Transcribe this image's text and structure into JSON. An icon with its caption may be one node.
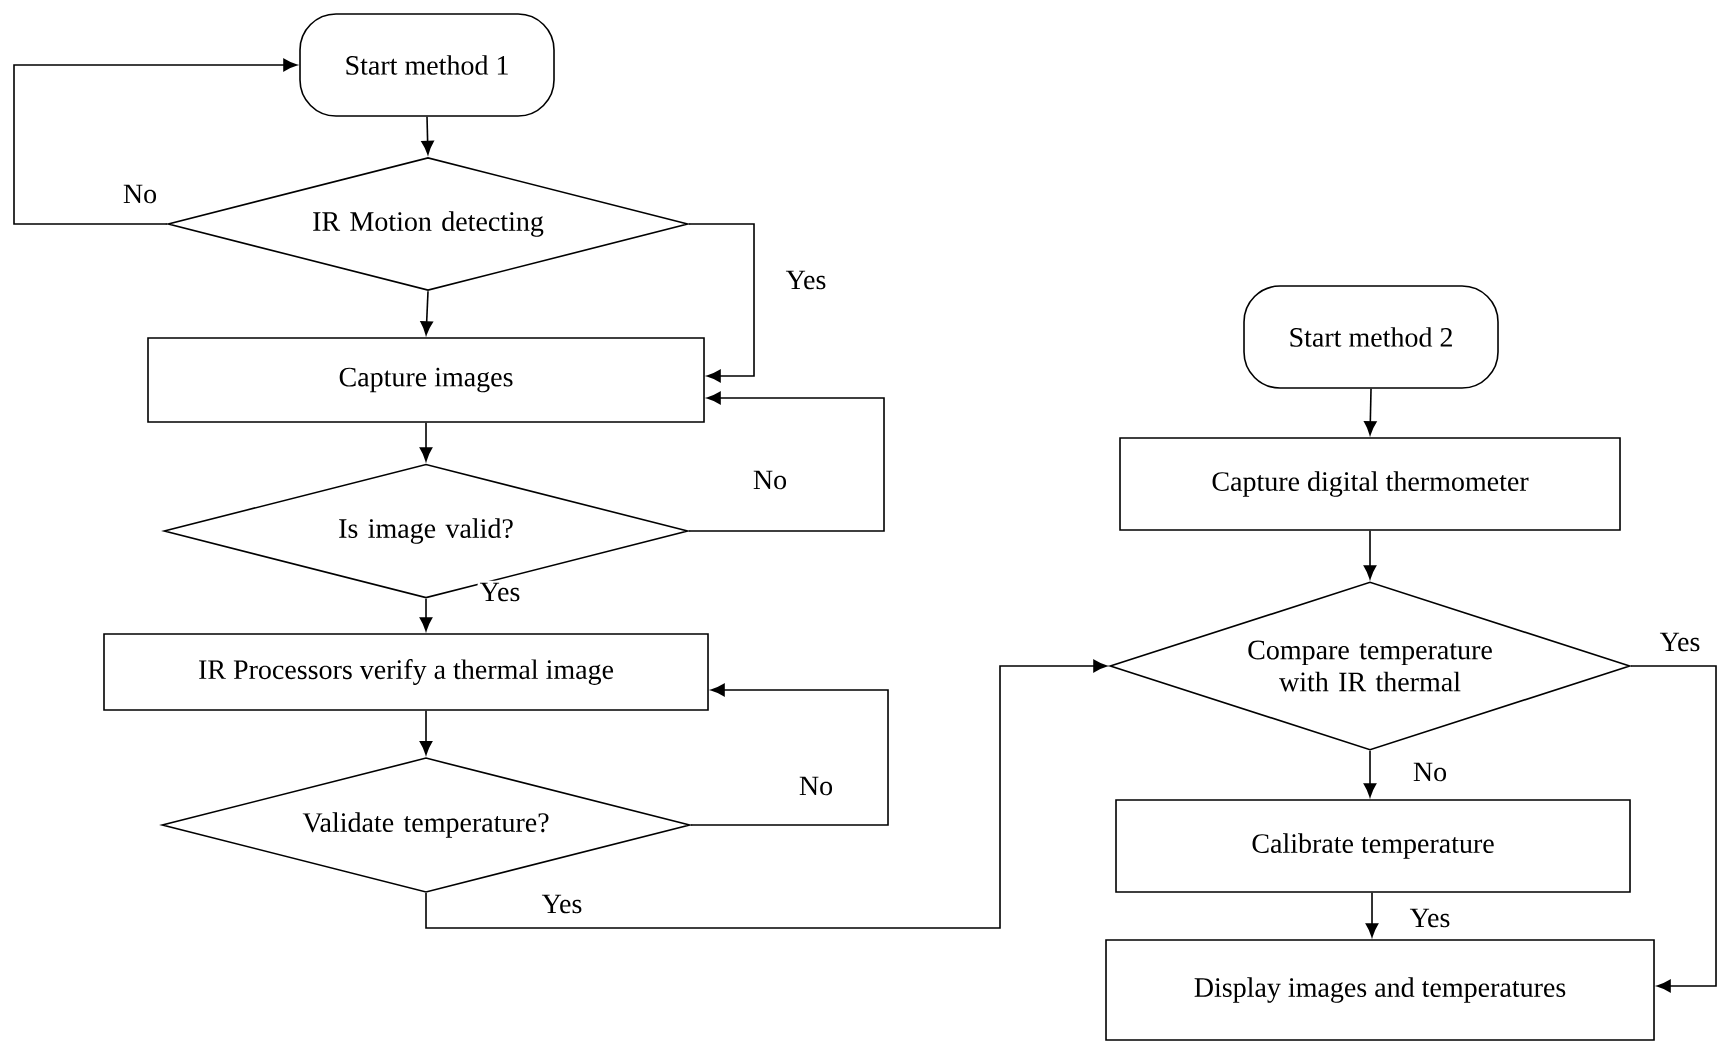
{
  "diagram": {
    "nodes": [
      {
        "text": [
          "Start method 1"
        ]
      },
      {
        "text": [
          "IR Motion detecting"
        ]
      },
      {
        "text": [
          "Capture images"
        ]
      },
      {
        "text": [
          "Is image valid?"
        ]
      },
      {
        "text": [
          "IR Processors verify a thermal image"
        ]
      },
      {
        "text": [
          "Validate temperature?"
        ]
      },
      {
        "text": [
          "Start method 2"
        ]
      },
      {
        "text": [
          "Capture digital thermometer"
        ]
      },
      {
        "text": [
          "Compare temperature with IR thermal"
        ]
      },
      {
        "text": [
          "Calibrate temperature"
        ]
      },
      {
        "text": [
          "Display images and temperatures"
        ]
      }
    ],
    "edges": [
      {
        "from": 0,
        "to": 1,
        "arrow": "to"
      },
      {
        "from": 1,
        "to": 0,
        "label": "No",
        "arrow": "to"
      },
      {
        "from": 1,
        "to": 2,
        "arrow": "to"
      },
      {
        "from": 1,
        "to": 2,
        "label": "Yes",
        "arrow": "to"
      },
      {
        "from": 2,
        "to": 3,
        "arrow": "to"
      },
      {
        "from": 3,
        "to": 2,
        "label": "No",
        "arrow": "to"
      },
      {
        "from": 3,
        "to": 4,
        "label": "Yes",
        "arrow": "to"
      },
      {
        "from": 4,
        "to": 5,
        "arrow": "to"
      },
      {
        "from": 5,
        "to": 4,
        "label": "No",
        "arrow": "to"
      },
      {
        "from": 5,
        "to": 8,
        "label": "Yes",
        "arrow": "to"
      },
      {
        "from": 6,
        "to": 7,
        "arrow": "to"
      },
      {
        "from": 7,
        "to": 8,
        "arrow": "to"
      },
      {
        "from": 8,
        "to": 9,
        "label": "No",
        "arrow": "to"
      },
      {
        "from": 8,
        "to": 10,
        "label": "Yes",
        "arrow": "to"
      },
      {
        "from": 9,
        "to": 10,
        "label": "Yes",
        "arrow": "to"
      }
    ]
  }
}
